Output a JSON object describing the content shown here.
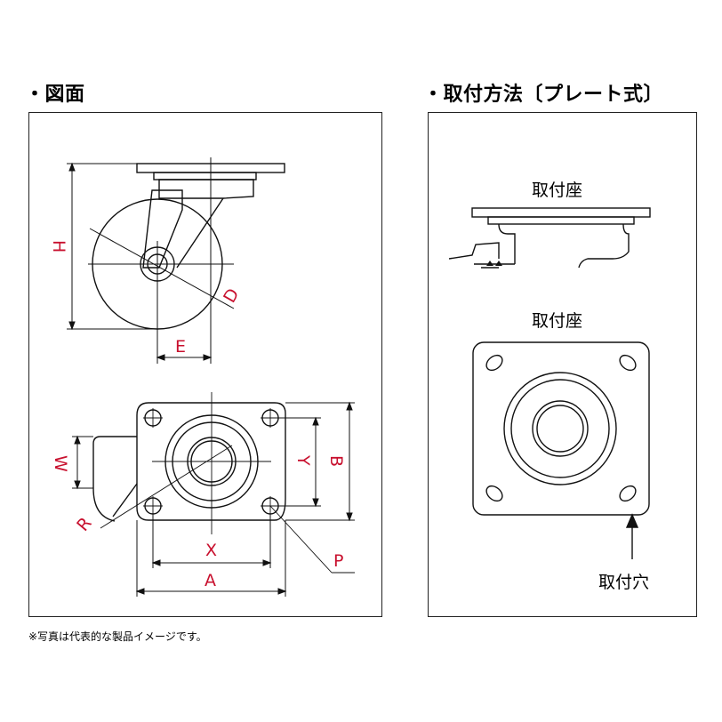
{
  "left": {
    "heading": "・図面",
    "labels": {
      "H": "H",
      "D": "D",
      "E": "E",
      "W": "W",
      "R": "R",
      "X": "X",
      "A": "A",
      "Y": "Y",
      "B": "B",
      "P": "P"
    }
  },
  "right": {
    "heading": "・取付方法〔プレート式〕",
    "label_side_plate": "取付座",
    "label_top_plate": "取付座",
    "label_hole": "取付穴"
  },
  "footnote": "※写真は代表的な製品イメージです。",
  "colors": {
    "dimension_label": "#c8102e",
    "line": "#111111"
  }
}
